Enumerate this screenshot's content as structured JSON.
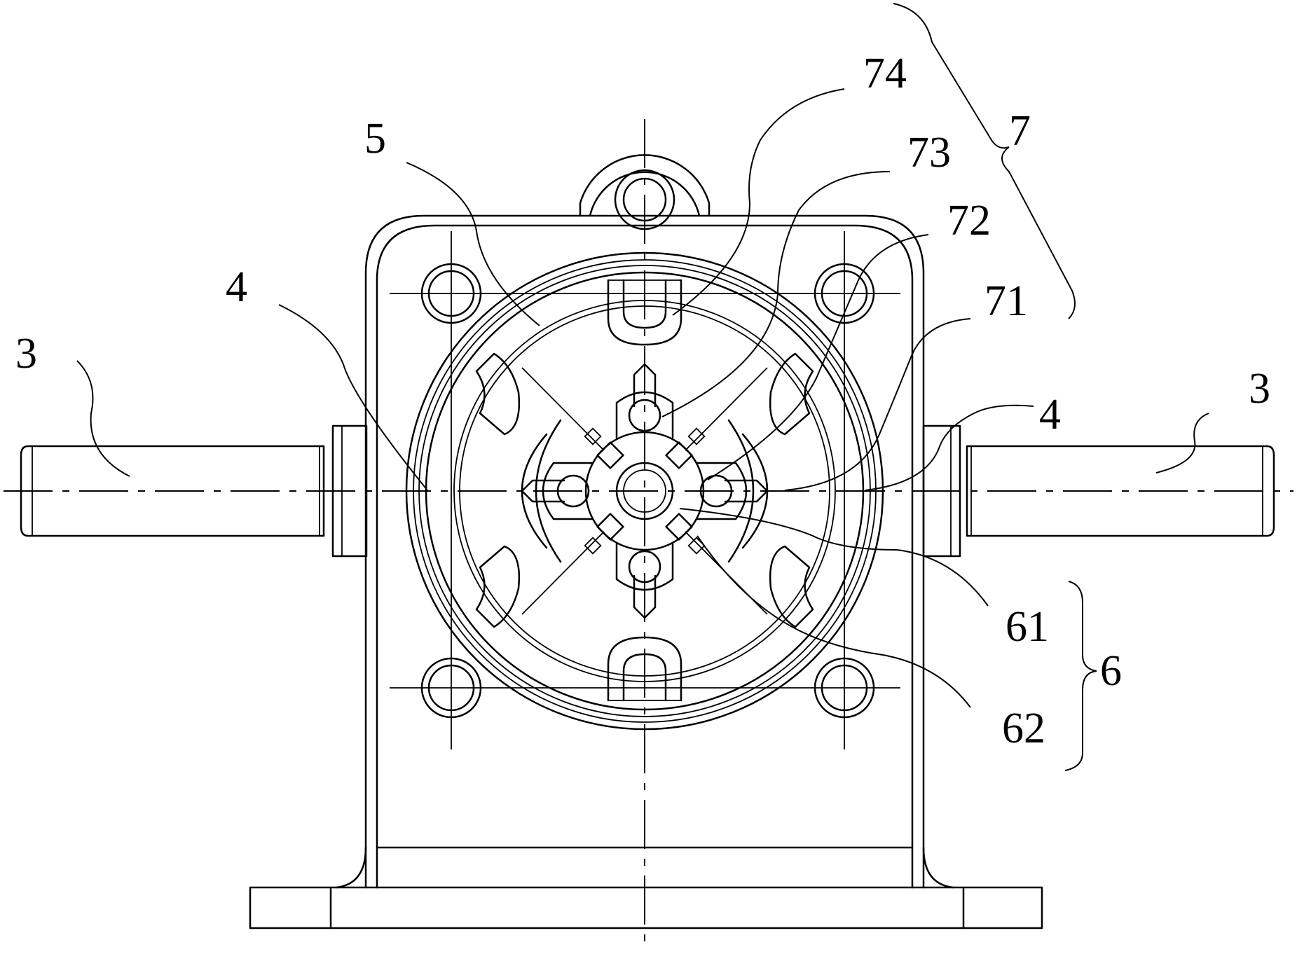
{
  "figure": {
    "labels": {
      "shaft_left": "3",
      "shaft_right": "3",
      "seal_left": "4",
      "seal_right": "4",
      "gear": "5",
      "group_6": "6",
      "part_61": "61",
      "part_62": "62",
      "group_7": "7",
      "part_71": "71",
      "part_72": "72",
      "part_73": "73",
      "part_74": "74"
    }
  }
}
